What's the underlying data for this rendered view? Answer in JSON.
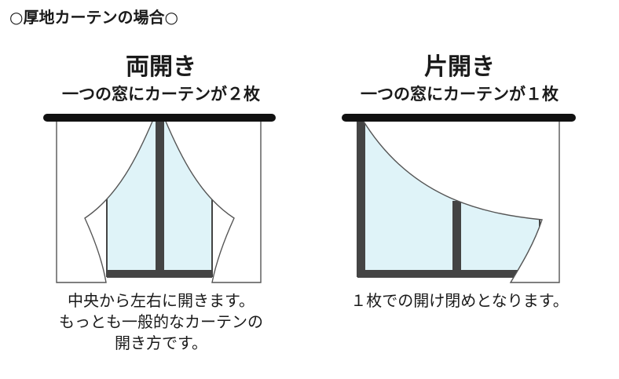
{
  "header": {
    "title": "○厚地カーテンの場合○"
  },
  "panels": [
    {
      "title": "両開き",
      "subtitle": "一つの窓にカーテンが２枚",
      "caption_lines": [
        "中央から左右に開きます。",
        "もっとも一般的なカーテンの",
        "開き方です。"
      ]
    },
    {
      "title": "片開き",
      "subtitle": "一つの窓にカーテンが１枚",
      "caption_lines": [
        "１枚での開け閉めとなります。"
      ]
    }
  ],
  "colors": {
    "glass": "#dff3f8",
    "frame": "#444444",
    "rod": "#111111",
    "curtain_fill": "#ffffff",
    "curtain_edge": "#555555"
  }
}
